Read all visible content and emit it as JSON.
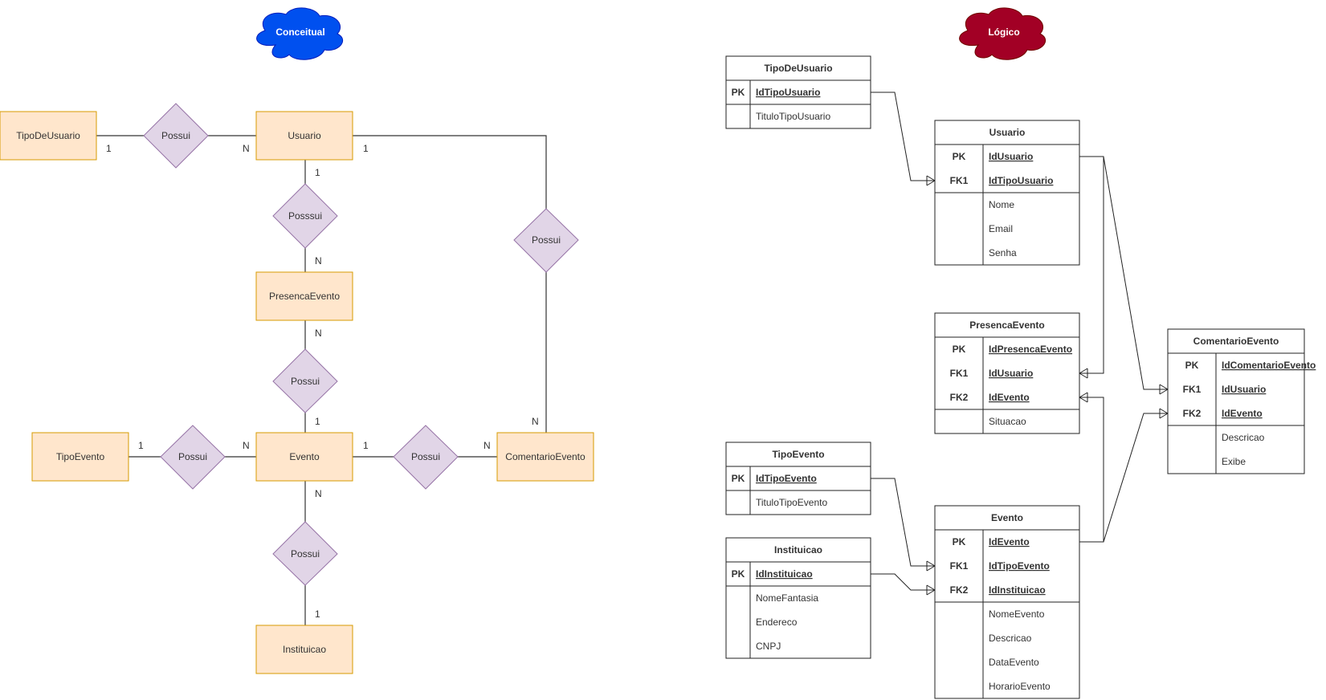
{
  "headers": {
    "conceitual": "Conceitual",
    "logico": "Lógico"
  },
  "colors": {
    "conceitual_cloud": "#0050EF",
    "logico_cloud": "#A20025",
    "entity_fill": "#FFE6CC",
    "entity_stroke": "#D79B00",
    "relationship_fill": "#E1D5E7",
    "relationship_stroke": "#9673A6"
  },
  "conceptual": {
    "entities": {
      "tipo_de_usuario": "TipoDeUsuario",
      "usuario": "Usuario",
      "presenca_evento": "PresencaEvento",
      "evento": "Evento",
      "tipo_evento": "TipoEvento",
      "comentario_evento": "ComentarioEvento",
      "instituicao": "Instituicao"
    },
    "relationships": {
      "r1": "Possui",
      "r2": "Posssui",
      "r3": "Possui",
      "r4": "Possui",
      "r5": "Possui",
      "r6": "Possui",
      "r7": "Possui"
    },
    "cardinalities": {
      "c1": "1",
      "c2": "N",
      "c3": "1",
      "c4": "1",
      "c5": "N",
      "c6": "N",
      "c7": "1",
      "c8": "1",
      "c9": "N",
      "c10": "1",
      "c11": "N",
      "c12": "N",
      "c13": "N",
      "c14": "1"
    }
  },
  "logical": {
    "tables": {
      "tipo_de_usuario": {
        "title": "TipoDeUsuario",
        "rows": [
          {
            "key": "PK",
            "name": "IdTipoUsuario"
          },
          {
            "key": "",
            "name": "TituloTipoUsuario"
          }
        ]
      },
      "usuario": {
        "title": "Usuario",
        "rows": [
          {
            "key": "PK",
            "name": "IdUsuario"
          },
          {
            "key": "FK1",
            "name": "IdTipoUsuario"
          },
          {
            "key": "",
            "name": "Nome"
          },
          {
            "key": "",
            "name": "Email"
          },
          {
            "key": "",
            "name": "Senha"
          }
        ]
      },
      "presenca_evento": {
        "title": "PresencaEvento",
        "rows": [
          {
            "key": "PK",
            "name": "IdPresencaEvento"
          },
          {
            "key": "FK1",
            "name": "IdUsuario"
          },
          {
            "key": "FK2",
            "name": "IdEvento"
          },
          {
            "key": "",
            "name": "Situacao"
          }
        ]
      },
      "comentario_evento": {
        "title": "ComentarioEvento",
        "rows": [
          {
            "key": "PK",
            "name": "IdComentarioEvento"
          },
          {
            "key": "FK1",
            "name": "IdUsuario"
          },
          {
            "key": "FK2",
            "name": "IdEvento"
          },
          {
            "key": "",
            "name": "Descricao"
          },
          {
            "key": "",
            "name": "Exibe"
          }
        ]
      },
      "tipo_evento": {
        "title": "TipoEvento",
        "rows": [
          {
            "key": "PK",
            "name": "IdTipoEvento"
          },
          {
            "key": "",
            "name": "TituloTipoEvento"
          }
        ]
      },
      "instituicao": {
        "title": "Instituicao",
        "rows": [
          {
            "key": "PK",
            "name": "IdInstituicao"
          },
          {
            "key": "",
            "name": "NomeFantasia"
          },
          {
            "key": "",
            "name": "Endereco"
          },
          {
            "key": "",
            "name": "CNPJ"
          }
        ]
      },
      "evento": {
        "title": "Evento",
        "rows": [
          {
            "key": "PK",
            "name": "IdEvento"
          },
          {
            "key": "FK1",
            "name": "IdTipoEvento"
          },
          {
            "key": "FK2",
            "name": "IdInstituicao"
          },
          {
            "key": "",
            "name": "NomeEvento"
          },
          {
            "key": "",
            "name": "Descricao"
          },
          {
            "key": "",
            "name": "DataEvento"
          },
          {
            "key": "",
            "name": "HorarioEvento"
          }
        ]
      }
    }
  }
}
